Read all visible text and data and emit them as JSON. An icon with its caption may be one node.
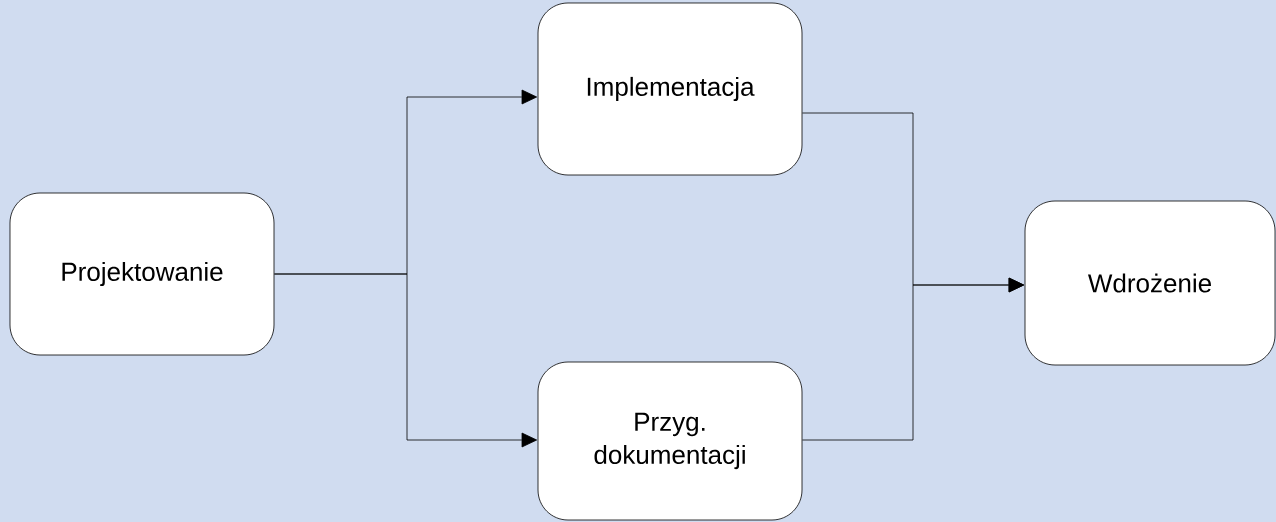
{
  "diagram": {
    "nodes": [
      {
        "text": [
          "Projektowanie"
        ]
      },
      {
        "text": [
          "Implementacja"
        ]
      },
      {
        "text": [
          "Przyg. dokumentacji"
        ]
      },
      {
        "text": [
          "Wdrożenie"
        ]
      }
    ],
    "edges": [
      {
        "from": 0,
        "to": 1,
        "arrow": "to"
      },
      {
        "from": 0,
        "to": 2,
        "arrow": "to"
      },
      {
        "from": 1,
        "to": 3,
        "arrow": "to"
      },
      {
        "from": 2,
        "to": 3,
        "arrow": "to"
      }
    ]
  }
}
